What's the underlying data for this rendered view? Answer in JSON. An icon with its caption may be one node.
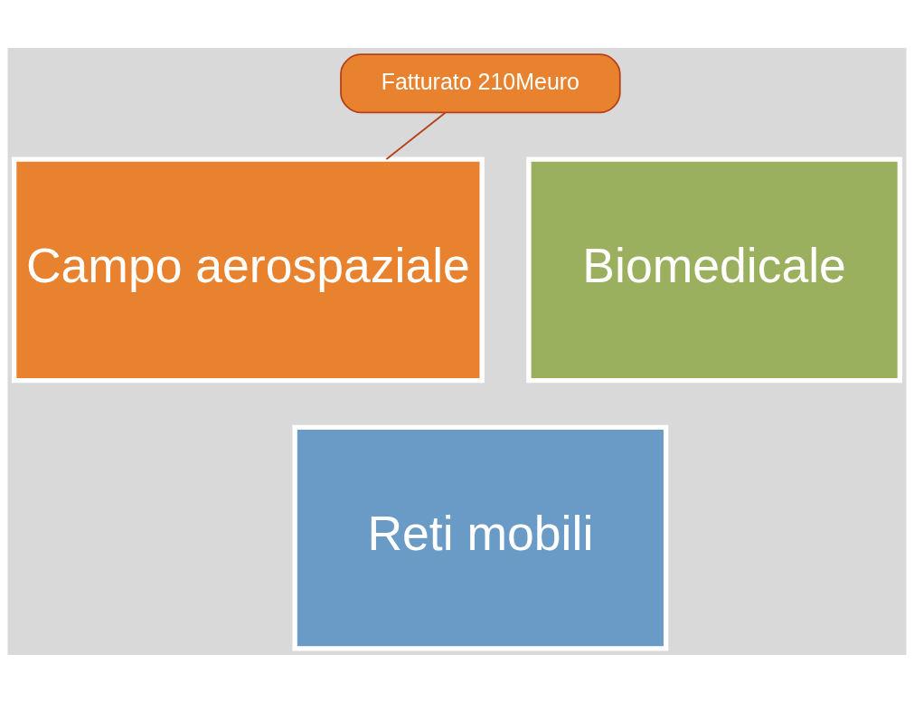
{
  "diagram": {
    "nodes": [
      {
        "text": [
          "Fatturato 210Meuro"
        ]
      },
      {
        "text": [
          "Campo aerospaziale"
        ]
      },
      {
        "text": [
          "Biomedicale"
        ]
      },
      {
        "text": [
          "Reti mobili"
        ]
      }
    ],
    "edges": [
      {
        "from": 0,
        "to": 1,
        "arrow": "none"
      }
    ]
  }
}
